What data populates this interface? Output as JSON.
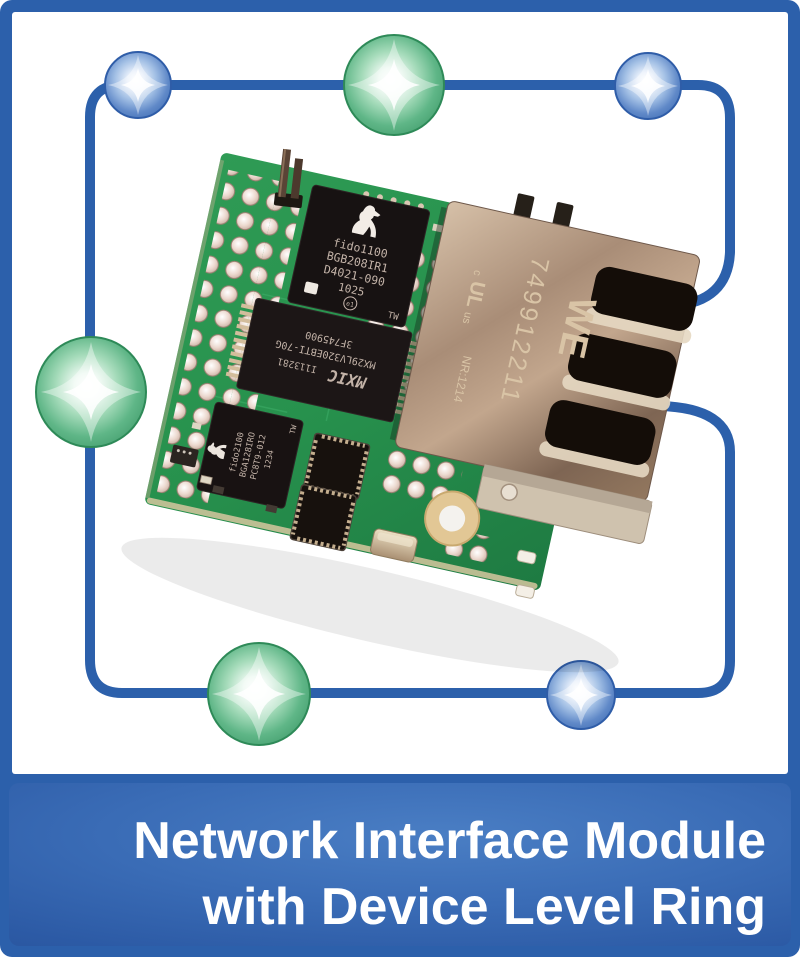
{
  "banner": {
    "line1": "Network Interface Module",
    "line2": "with Device Level Ring"
  },
  "ring": {
    "description": "device-level-ring-topology",
    "nodes": [
      {
        "position": "top-left",
        "color": "blue"
      },
      {
        "position": "top-center",
        "color": "green"
      },
      {
        "position": "top-right",
        "color": "blue"
      },
      {
        "position": "middle-left",
        "color": "green"
      },
      {
        "position": "bottom-center",
        "color": "green"
      },
      {
        "position": "bottom-right",
        "color": "blue"
      }
    ]
  },
  "colors": {
    "frame_blue": "#2c60ab",
    "ring_blue": "#2c60ab",
    "banner_center": "#4a7ec4",
    "banner_edge": "#29559d",
    "node_green": "#4aa273",
    "node_blue": "#4f7fc3",
    "pcb_green": "#27914d"
  },
  "pcb": {
    "chips": {
      "cpu": {
        "lines": [
          "fido1100",
          "BGB208IR1",
          "D4021-090",
          "1025"
        ],
        "cert": "e1",
        "corner": "TW"
      },
      "flash": {
        "brand": "MXIC",
        "code": "I113281",
        "part": "MX29LV320EBTI-70G",
        "lot": "3F745900"
      },
      "net": {
        "lines": [
          "fido2100",
          "BGA128IRO",
          "PC8T9-012",
          "1234"
        ],
        "corner": "TW"
      }
    },
    "connector": {
      "brand": "WE",
      "part": "749912211",
      "cert_c": "c",
      "cert_ul": "UL",
      "cert_us": "us",
      "code": "NR:1214"
    }
  }
}
